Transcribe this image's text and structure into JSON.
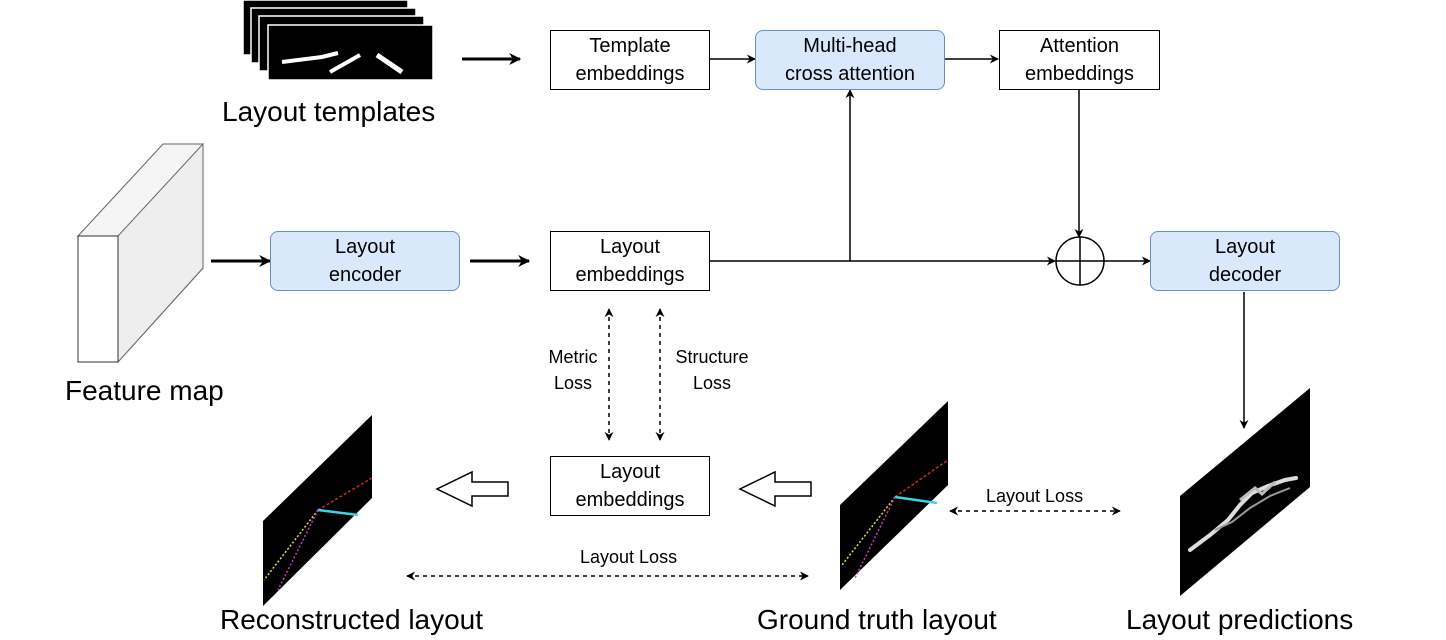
{
  "nodes": {
    "template_embeddings": "Template\nembeddings",
    "multi_head_cross_attention": "Multi-head\ncross attention",
    "attention_embeddings": "Attention\nembeddings",
    "layout_encoder": "Layout\nencoder",
    "layout_embeddings_top": "Layout\nembeddings",
    "layout_decoder": "Layout\ndecoder",
    "layout_embeddings_bottom": "Layout\nembeddings"
  },
  "captions": {
    "layout_templates": "Layout templates",
    "feature_map": "Feature map",
    "reconstructed_layout": "Reconstructed layout",
    "ground_truth_layout": "Ground truth layout",
    "layout_predictions": "Layout predictions"
  },
  "edge_labels": {
    "metric_loss": "Metric\nLoss",
    "structure_loss": "Structure\nLoss",
    "layout_loss_right": "Layout Loss",
    "layout_loss_bottom": "Layout Loss"
  },
  "colors": {
    "blue_fill": "#dae8fc",
    "blue_border": "#6c8ebf",
    "layout_red": "#cc2a2a",
    "layout_cyan": "#36d6e7",
    "layout_yellow": "#e0e040",
    "layout_magenta": "#c040c0"
  }
}
